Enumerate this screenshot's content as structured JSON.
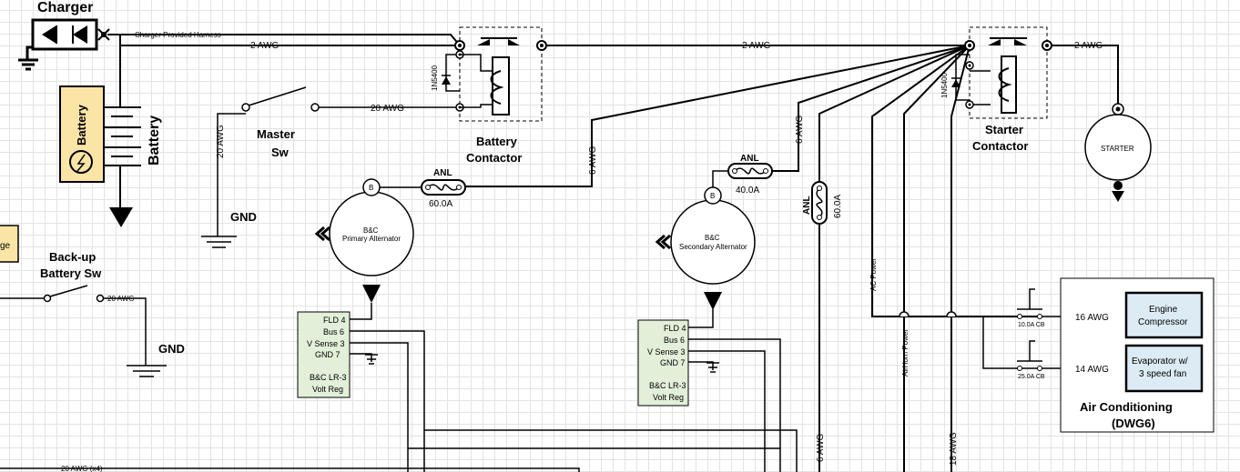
{
  "colors": {
    "grid": "#e3e3e3",
    "battery_fill": "#fae5a6",
    "regulator_fill": "#e2efd9",
    "ac_load_fill": "#dcebf4",
    "wire": "#000000"
  },
  "labels": {
    "charger": "Charger",
    "charger_harness": "Charger Provided Harness",
    "battery_title": "Battery",
    "battery_inner": "Battery",
    "master_sw_1": "Master",
    "master_sw_2": "Sw",
    "gnd": "GND",
    "gnd2": "GND",
    "edge_box": "ge",
    "backup_sw_1": "Back-up",
    "backup_sw_2": "Battery Sw",
    "battery_contactor_1": "Battery",
    "battery_contactor_2": "Contactor",
    "starter_contactor_1": "Starter",
    "starter_contactor_2": "Contactor",
    "starter": "STARTER",
    "diode_1": "1N5400",
    "diode_2": "1N5400",
    "anl_1": "ANL",
    "anl_1_val": "60.0A",
    "anl_2": "ANL",
    "anl_2_val": "40.0A",
    "anl_3": "ANL",
    "anl_3_val": "60.0A",
    "alt1_b": "B",
    "alt1_1": "B&C",
    "alt1_2": "Primary Alternator",
    "alt2_b": "B",
    "alt2_1": "B&C",
    "alt2_2": "Secondary Alternator",
    "reg1": {
      "fld": "FLD 4",
      "bus": "Bus 6",
      "vsense": "V Sense 3",
      "gnd": "GND 7",
      "model": "B&C LR-3",
      "kind": "Volt Reg"
    },
    "reg2": {
      "fld": "FLD 4",
      "bus": "Bus 6",
      "vsense": "V Sense 3",
      "gnd": "GND 7",
      "model": "B&C LR-3",
      "kind": "Volt Reg"
    },
    "wire_2awg_1": "2 AWG",
    "wire_2awg_2": "2 AWG",
    "wire_2awg_3": "2 AWG",
    "wire_20awg_1": "20 AWG",
    "wire_20awg_2": "20 AWG",
    "wire_20awg_3": "20 AWG",
    "wire_20awg_x4": "20 AWG (x4)",
    "wire_6awg_1": "6 AWG",
    "wire_6awg_2": "6 AWG",
    "wire_6awg_3": "6 AWG",
    "wire_18awg": "18 AWG",
    "ac_power": "AC Power",
    "airhorn_power": "AirHorn Power",
    "cb1": "10.0A CB",
    "cb2": "25.0A CB",
    "wire_16awg": "16 AWG",
    "wire_14awg": "14 AWG",
    "engine_comp_1": "Engine",
    "engine_comp_2": "Compressor",
    "evap_1": "Evaporator w/",
    "evap_2": "3 speed fan",
    "ac_1": "Air Conditioning",
    "ac_2": "(DWG6)"
  }
}
